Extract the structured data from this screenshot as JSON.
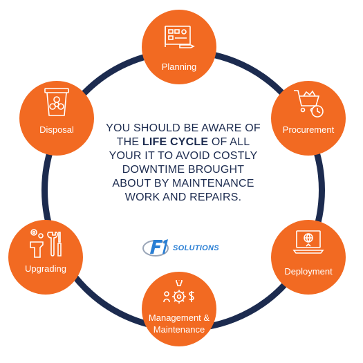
{
  "center": {
    "line1": "YOU SHOULD BE AWARE OF",
    "line2_pre": "THE",
    "line2_highlight": "LIFE CYCLE",
    "line2_post": "OF ALL",
    "line3": "YOUR IT TO AVOID COSTLY",
    "line4": "DOWNTIME BROUGHT",
    "line5": "ABOUT BY MAINTENANCE",
    "line6": "WORK AND REPAIRS."
  },
  "logo": {
    "mark": "F1",
    "text": "SOLUTIONS"
  },
  "stages": {
    "planning": {
      "label": "Planning",
      "icon": "blueprint-icon"
    },
    "procurement": {
      "label": "Procurement",
      "icon": "cart-clock-icon"
    },
    "deployment": {
      "label": "Deployment",
      "icon": "laptop-globe-icon"
    },
    "management": {
      "label_line1": "Management &",
      "label_line2": "Maintenance",
      "icon": "gears-bulb-icon"
    },
    "upgrading": {
      "label": "Upgrading",
      "icon": "tools-icon"
    },
    "disposal": {
      "label": "Disposal",
      "icon": "biohazard-bin-icon"
    }
  },
  "colors": {
    "node": "#f26a22",
    "ring": "#1c2b4f",
    "text": "#1c2b4f",
    "logo": "#2a7fd4"
  }
}
